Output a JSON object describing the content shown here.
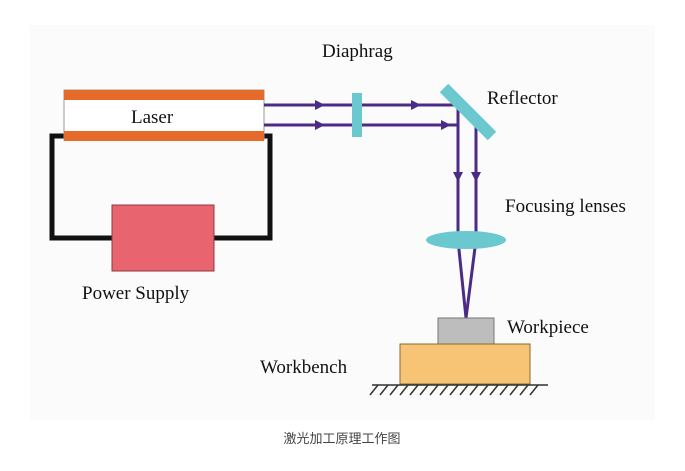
{
  "labels": {
    "laser": "Laser",
    "diaphragm": "Diaphrag",
    "reflector": "Reflector",
    "focusing_lenses": "Focusing lenses",
    "workpiece": "Workpiece",
    "workbench": "Workbench",
    "power_supply": "Power Supply"
  },
  "caption": "激光加工原理工作图",
  "colors": {
    "laser_stripe": "#e56a2c",
    "beam": "#4b2b85",
    "optic": "#6cc8cf",
    "power_supply": "#e8646e",
    "workpiece": "#bdbdbd",
    "workbench": "#f7c475",
    "wire": "#111111"
  }
}
